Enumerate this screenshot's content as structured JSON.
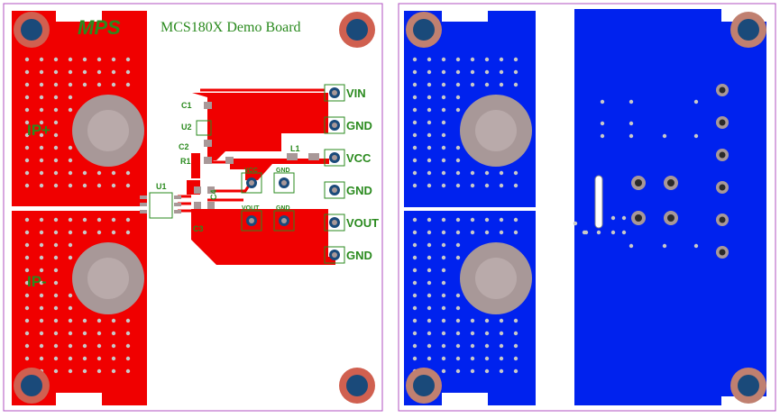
{
  "title": "MCS180X Demo Board",
  "logo": "MPS",
  "colors": {
    "top_copper": "#f00000",
    "bottom_copper": "#0022ee",
    "silkscreen": "#2a8a1e",
    "board_outline": "#b050c0",
    "via": "#a0a0a0",
    "mount_hole_ring": "#d06050",
    "mount_hole_center": "#1a4a7a",
    "current_pad": "#a89898"
  },
  "top_layer": {
    "current_labels": [
      "IP+",
      "IP-"
    ],
    "refdes": [
      "C1",
      "U2",
      "C2",
      "R1",
      "L1",
      "U1",
      "C3",
      "C4"
    ],
    "connector_labels": [
      "VIN",
      "GND",
      "VCC",
      "GND",
      "VOUT",
      "GND"
    ],
    "testpoint_labels": [
      "VCC",
      "GND",
      "VOUT",
      "GND"
    ]
  },
  "bottom_layer": {
    "label": ""
  }
}
